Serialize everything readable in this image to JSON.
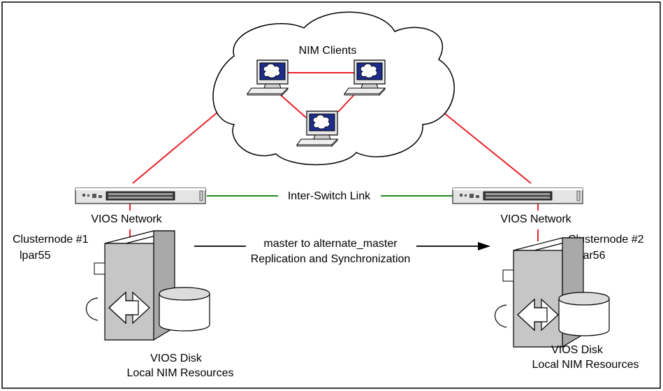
{
  "cloud": {
    "label": "NIM Clients"
  },
  "switches": {
    "left": {
      "label": "VIOS Network"
    },
    "right": {
      "label": "VIOS Network"
    }
  },
  "isl": {
    "label": "Inter-Switch Link"
  },
  "nodes": {
    "left": {
      "name": "Clusternode #1",
      "lpar": "lpar55",
      "disk_label": "VIOS Disk",
      "resources_label": "Local NIM Resources"
    },
    "right": {
      "name": "Clusternode #2",
      "lpar": "lpar56",
      "disk_label": "VIOS Disk",
      "resources_label": "Local NIM Resources"
    }
  },
  "replication": {
    "line1": "master to alternate_master",
    "line2": "Replication and Synchronization"
  },
  "colors": {
    "network_link": "#e8202a",
    "isl_link": "#1f8a1f",
    "screen": "#1c2d8c"
  }
}
